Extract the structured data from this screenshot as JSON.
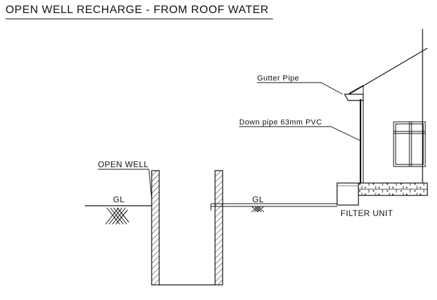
{
  "title": "OPEN WELL RECHARGE - FROM ROOF WATER",
  "labels": {
    "gutter_pipe": "Gutter Pipe",
    "down_pipe": "Down pipe 63mm PVC",
    "open_well": "OPEN WELL",
    "gl_left": "GL",
    "gl_right": "GL",
    "filter_unit": "FILTER UNIT"
  },
  "colors": {
    "line": "#111111",
    "background": "#ffffff"
  }
}
